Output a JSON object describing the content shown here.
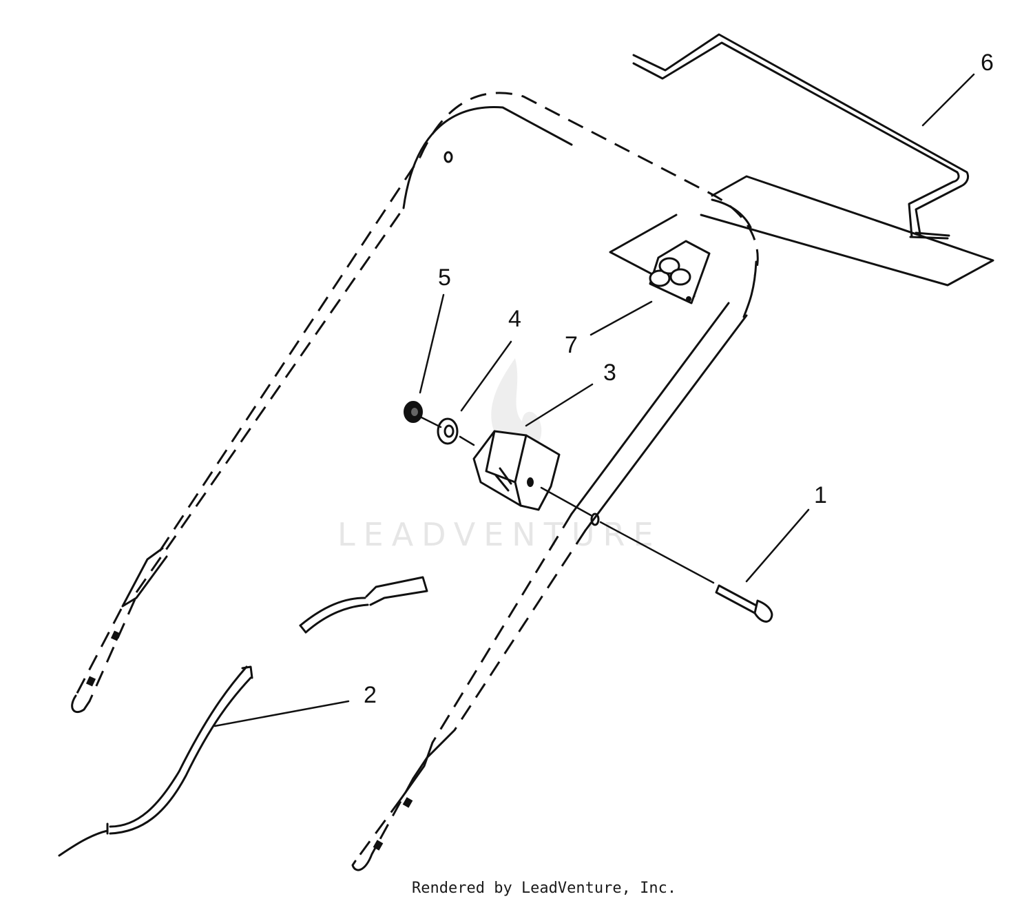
{
  "callouts": {
    "c1": "1",
    "c2": "2",
    "c3": "3",
    "c4": "4",
    "c5": "5",
    "c6": "6",
    "c7": "7"
  },
  "watermark": "LEADVENTURE",
  "footer": "Rendered by LeadVenture, Inc.",
  "colors": {
    "line": "#111111",
    "watermark": "#e6e6e6",
    "background": "#ffffff"
  }
}
